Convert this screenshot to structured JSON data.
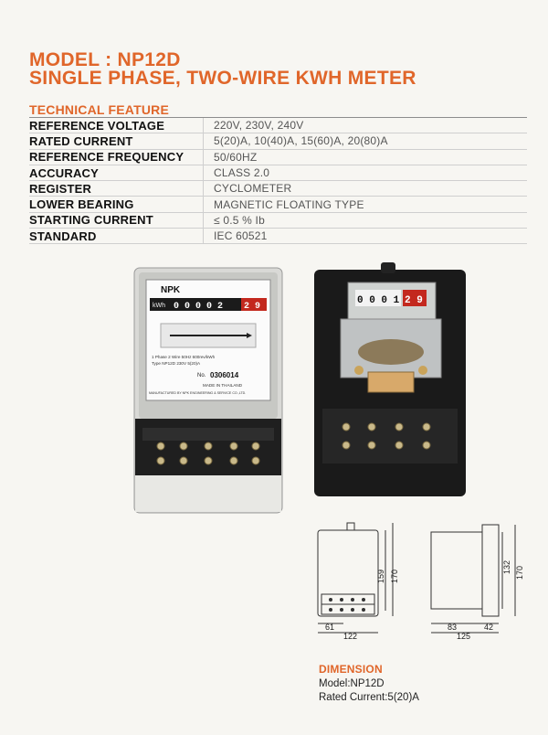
{
  "header": {
    "title_line1": "MODEL : NP12D",
    "title_line2": "SINGLE PHASE, TWO-WIRE KWH METER"
  },
  "technical": {
    "heading": "TECHNICAL FEATURE",
    "rows": [
      {
        "label": "REFERENCE VOLTAGE",
        "value": "220V, 230V, 240V"
      },
      {
        "label": "RATED CURRENT",
        "value": "5(20)A, 10(40)A, 15(60)A, 20(80)A"
      },
      {
        "label": "REFERENCE FREQUENCY",
        "value": "50/60HZ"
      },
      {
        "label": "ACCURACY",
        "value": "CLASS 2.0"
      },
      {
        "label": "REGISTER",
        "value": "CYCLOMETER"
      },
      {
        "label": "LOWER BEARING",
        "value": "MAGNETIC FLOATING TYPE"
      },
      {
        "label": "STARTING CURRENT",
        "value": "≤ 0.5 % Ib"
      },
      {
        "label": "STANDARD",
        "value": "IEC 60521"
      }
    ]
  },
  "meter_face": {
    "brand": "NPK",
    "unit": "kWh",
    "register_digits": "0 0 0 0 2",
    "register_decimals": "2 9",
    "spec_line1": "1 Phase 2 Wire   50Hz   600rev/kWh",
    "spec_line2": "Type NP12D        230V       5(20)A",
    "serial_label": "No.",
    "serial": "0306014",
    "origin": "MADE IN THAILAND",
    "maker": "MANUFACTURED BY NPK ENGINEERING & SERVICE CO.,LTD."
  },
  "inside_register": {
    "digits": "0 0 0 1",
    "decimals": "2 9"
  },
  "dimensions_front": {
    "height_inner": "159",
    "height_outer": "170",
    "width_bottom": "61",
    "width_total": "122"
  },
  "dimensions_side": {
    "height_inner": "132",
    "height_outer": "170",
    "depth_body": "83",
    "depth_cover": "42",
    "depth_total": "125"
  },
  "dimension_info": {
    "heading": "DIMENSION",
    "model": "Model:NP12D",
    "rated_current": "Rated Current:5(20)A"
  }
}
